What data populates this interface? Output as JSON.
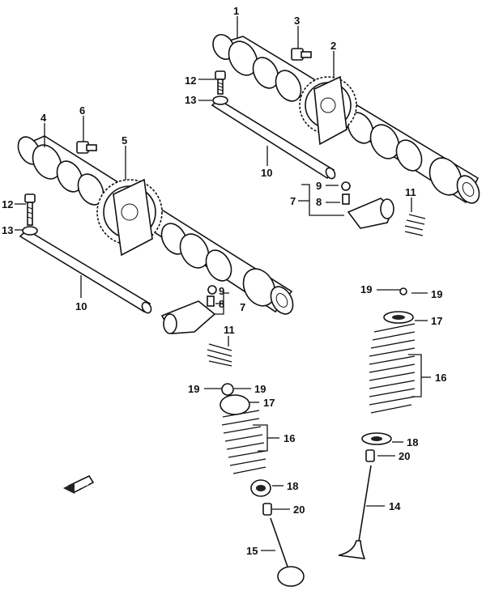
{
  "diagram": {
    "labels": {
      "p1": "1",
      "p2": "2",
      "p3": "3",
      "p4": "4",
      "p5": "5",
      "p6": "6",
      "p7a": "7",
      "p7b": "7",
      "p8a": "8",
      "p8b": "8",
      "p9a": "9",
      "p9b": "9",
      "p10a": "10",
      "p10b": "10",
      "p11a": "11",
      "p11b": "11",
      "p12a": "12",
      "p12b": "12",
      "p13a": "13",
      "p13b": "13",
      "p14": "14",
      "p15": "15",
      "p16a": "16",
      "p16b": "16",
      "p17a": "17",
      "p17b": "17",
      "p18a": "18",
      "p18b": "18",
      "p19a": "19",
      "p19b": "19",
      "p19c": "19",
      "p19d": "19",
      "p20a": "20",
      "p20b": "20"
    },
    "direction_marker": "FWD"
  }
}
